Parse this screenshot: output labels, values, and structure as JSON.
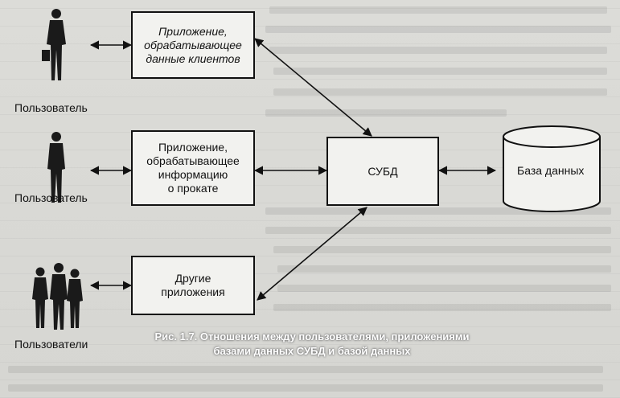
{
  "boxes": {
    "app1": "Приложение,\nобрабатывающее\nданные клиентов",
    "app2": "Приложение,\nобрабатывающее\nинформацию\nо прокате",
    "app3": "Другие\nприложения",
    "dbms": "СУБД",
    "database": "База данных"
  },
  "users": {
    "user1": "Пользователь",
    "user2": "Пользователь",
    "user3": "Пользователи"
  },
  "caption": {
    "line1": "Рис. 1.7. Отношения между пользователями, приложениями",
    "line2": "базами данных СУБД и базой данных"
  }
}
